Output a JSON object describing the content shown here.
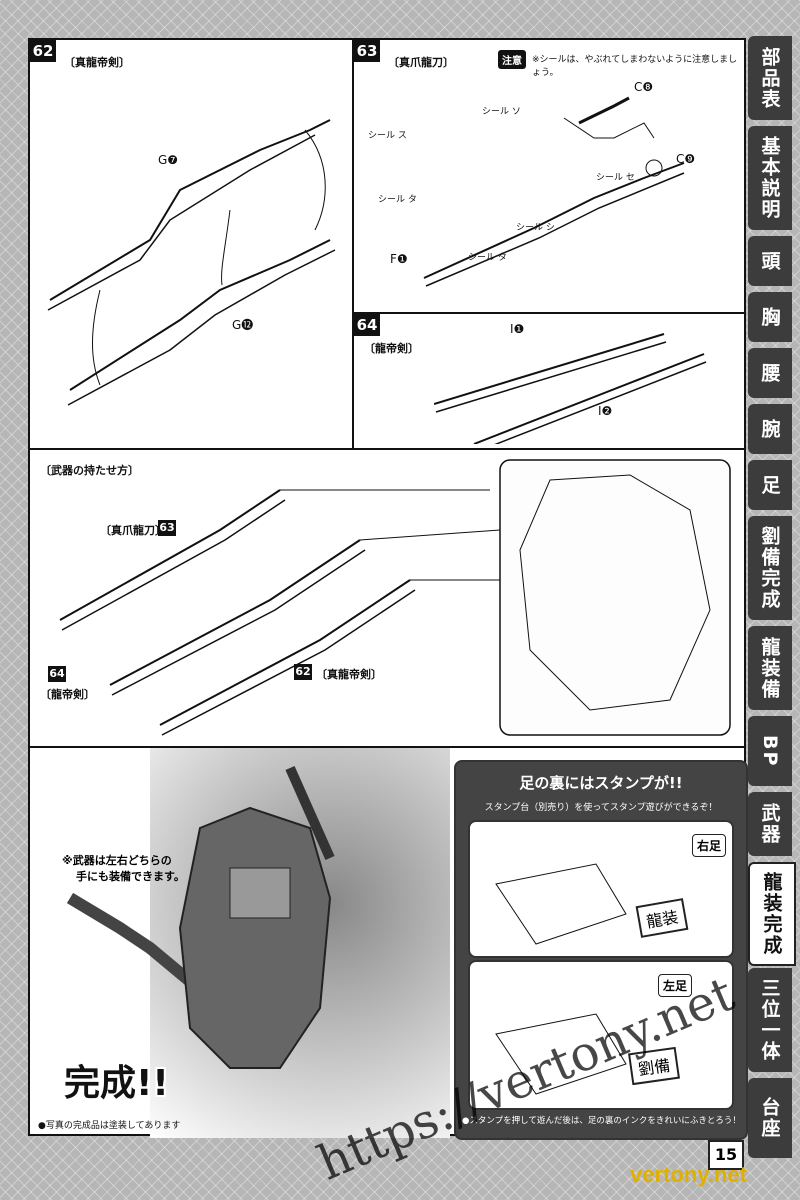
{
  "steps": {
    "s62": {
      "num": "62",
      "title": "〔真龍帝剣〕",
      "parts": [
        "G❼",
        "G⓬"
      ]
    },
    "s63": {
      "num": "63",
      "title": "〔真爪龍刀〕",
      "caution_badge": "注意",
      "caution": "※シールは、やぶれてしまわないように注意しましょう。",
      "parts": [
        "C❽",
        "C❾",
        "F❶"
      ],
      "seals": [
        "シール ス",
        "シール ソ",
        "シール セ",
        "シール タ",
        "シール シ",
        "シール タ"
      ]
    },
    "s64": {
      "num": "64",
      "title": "〔龍帝剣〕",
      "parts": [
        "I❶",
        "I❷"
      ]
    }
  },
  "hold": {
    "title": "〔武器の持たせ方〕",
    "labels": {
      "shinsouryutou": "〔真爪龍刀〕",
      "s63": "63",
      "s64": "64",
      "ryuteiken": "〔龍帝剣〕",
      "s62": "62",
      "shinryuteiken": "〔真龍帝剣〕"
    }
  },
  "complete": {
    "note_line1": "※武器は左右どちらの",
    "note_line2": "手にも装備できます。",
    "label": "完成!!",
    "photo_note": "●写真の完成品は塗装してあります"
  },
  "stamp": {
    "title": "足の裏にはスタンプが!!",
    "subtitle": "スタンプ台（別売り）を使ってスタンプ遊びができるぞ！",
    "right_foot": "右足",
    "left_foot": "左足",
    "right_stamp": "龍装",
    "left_stamp": "劉備",
    "footer": "●スタンプを押して遊んだ後は、足の裏のインクをきれいにふきとろう！"
  },
  "sidebar": {
    "tabs": [
      "部品表",
      "基本説明",
      "頭",
      "胸",
      "腰",
      "腕",
      "足",
      "劉備完成",
      "龍装備",
      "BP",
      "武器",
      "龍装完成",
      "三位一体",
      "台座"
    ],
    "active": "龍装完成"
  },
  "page_number": "15",
  "watermark": "https://vertony.net",
  "corner_watermark": "vertony.net"
}
